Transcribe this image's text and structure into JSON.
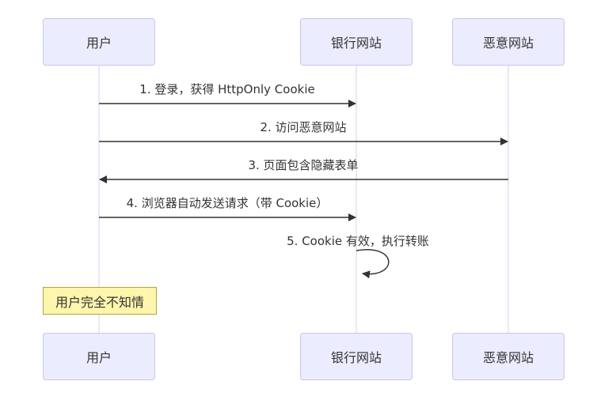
{
  "diagram": {
    "type": "sequence-diagram",
    "actors": [
      {
        "id": "user",
        "label": "用户"
      },
      {
        "id": "bank",
        "label": "银行网站"
      },
      {
        "id": "evil",
        "label": "恶意网站"
      }
    ],
    "messages": [
      {
        "seq": 1,
        "label": "1. 登录，获得 HttpOnly Cookie",
        "from": "用户",
        "to": "银行网站",
        "direction": "right",
        "line": "solid"
      },
      {
        "seq": 2,
        "label": "2. 访问恶意网站",
        "from": "用户",
        "to": "恶意网站",
        "direction": "right",
        "line": "solid"
      },
      {
        "seq": 3,
        "label": "3. 页面包含隐藏表单",
        "from": "恶意网站",
        "to": "用户",
        "direction": "left",
        "line": "solid"
      },
      {
        "seq": 4,
        "label": "4. 浏览器自动发送请求（带 Cookie）",
        "from": "用户",
        "to": "银行网站",
        "direction": "right",
        "line": "solid"
      },
      {
        "seq": 5,
        "label": "5. Cookie 有效，执行转账",
        "from": "银行网站",
        "to": "银行网站",
        "direction": "self",
        "line": "solid"
      }
    ],
    "note": {
      "label": "用户完全不知情",
      "position": "left of 用户"
    },
    "colors": {
      "actor_fill": "#ECECFF",
      "actor_border": "#c9c6ea",
      "lifeline": "#d6d2e8",
      "arrow": "#333333",
      "note_fill": "#fff5ad",
      "note_border": "#aaaa33",
      "text": "#333333",
      "background": "#ffffff"
    }
  }
}
